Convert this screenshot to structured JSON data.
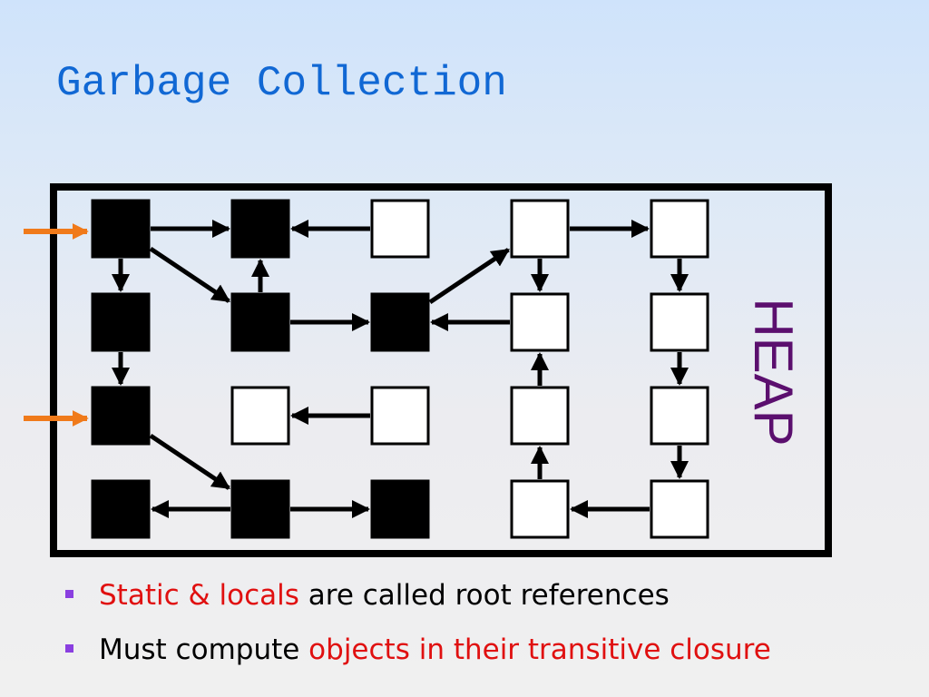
{
  "slide": {
    "title": "Garbage Collection"
  },
  "diagram": {
    "heap_label": "HEAP",
    "root_color": "#f07a1a",
    "reachable_color": "#000000",
    "unreachable_color": "#ffffff",
    "heap_label_color": "#5b0f6e",
    "rows": 4,
    "cols": 5,
    "objects": [
      {
        "id": "r0c0",
        "row": 0,
        "col": 0,
        "reachable": true
      },
      {
        "id": "r0c1",
        "row": 0,
        "col": 1,
        "reachable": true
      },
      {
        "id": "r0c2",
        "row": 0,
        "col": 2,
        "reachable": false
      },
      {
        "id": "r0c3",
        "row": 0,
        "col": 3,
        "reachable": false
      },
      {
        "id": "r0c4",
        "row": 0,
        "col": 4,
        "reachable": false
      },
      {
        "id": "r1c0",
        "row": 1,
        "col": 0,
        "reachable": true
      },
      {
        "id": "r1c1",
        "row": 1,
        "col": 1,
        "reachable": true
      },
      {
        "id": "r1c2",
        "row": 1,
        "col": 2,
        "reachable": true
      },
      {
        "id": "r1c3",
        "row": 1,
        "col": 3,
        "reachable": false
      },
      {
        "id": "r1c4",
        "row": 1,
        "col": 4,
        "reachable": false
      },
      {
        "id": "r2c0",
        "row": 2,
        "col": 0,
        "reachable": true
      },
      {
        "id": "r2c1",
        "row": 2,
        "col": 1,
        "reachable": false
      },
      {
        "id": "r2c2",
        "row": 2,
        "col": 2,
        "reachable": false
      },
      {
        "id": "r2c3",
        "row": 2,
        "col": 3,
        "reachable": false
      },
      {
        "id": "r2c4",
        "row": 2,
        "col": 4,
        "reachable": false
      },
      {
        "id": "r3c0",
        "row": 3,
        "col": 0,
        "reachable": true
      },
      {
        "id": "r3c1",
        "row": 3,
        "col": 1,
        "reachable": true
      },
      {
        "id": "r3c2",
        "row": 3,
        "col": 2,
        "reachable": true
      },
      {
        "id": "r3c3",
        "row": 3,
        "col": 3,
        "reachable": false
      },
      {
        "id": "r3c4",
        "row": 3,
        "col": 4,
        "reachable": false
      }
    ],
    "references": [
      {
        "from": "r0c0",
        "to": "r0c1"
      },
      {
        "from": "r0c2",
        "to": "r0c1"
      },
      {
        "from": "r0c3",
        "to": "r0c4"
      },
      {
        "from": "r0c0",
        "to": "r1c0"
      },
      {
        "from": "r0c0",
        "to": "r1c1"
      },
      {
        "from": "r1c1",
        "to": "r0c1"
      },
      {
        "from": "r1c2",
        "to": "r0c3"
      },
      {
        "from": "r0c3",
        "to": "r1c3"
      },
      {
        "from": "r0c4",
        "to": "r1c4"
      },
      {
        "from": "r1c1",
        "to": "r1c2"
      },
      {
        "from": "r1c3",
        "to": "r1c2"
      },
      {
        "from": "r1c0",
        "to": "r2c0"
      },
      {
        "from": "r2c3",
        "to": "r1c3"
      },
      {
        "from": "r1c4",
        "to": "r2c4"
      },
      {
        "from": "r2c2",
        "to": "r2c1"
      },
      {
        "from": "r2c0",
        "to": "r3c1"
      },
      {
        "from": "r3c3",
        "to": "r2c3"
      },
      {
        "from": "r2c4",
        "to": "r3c4"
      },
      {
        "from": "r3c1",
        "to": "r3c0"
      },
      {
        "from": "r3c1",
        "to": "r3c2"
      },
      {
        "from": "r3c4",
        "to": "r3c3"
      }
    ],
    "roots": [
      "r0c0",
      "r2c0"
    ]
  },
  "bullets": [
    {
      "highlight": "Static & locals",
      "text": " are called root references"
    },
    {
      "text": "Must compute ",
      "highlight": "objects in their transitive closure"
    }
  ]
}
